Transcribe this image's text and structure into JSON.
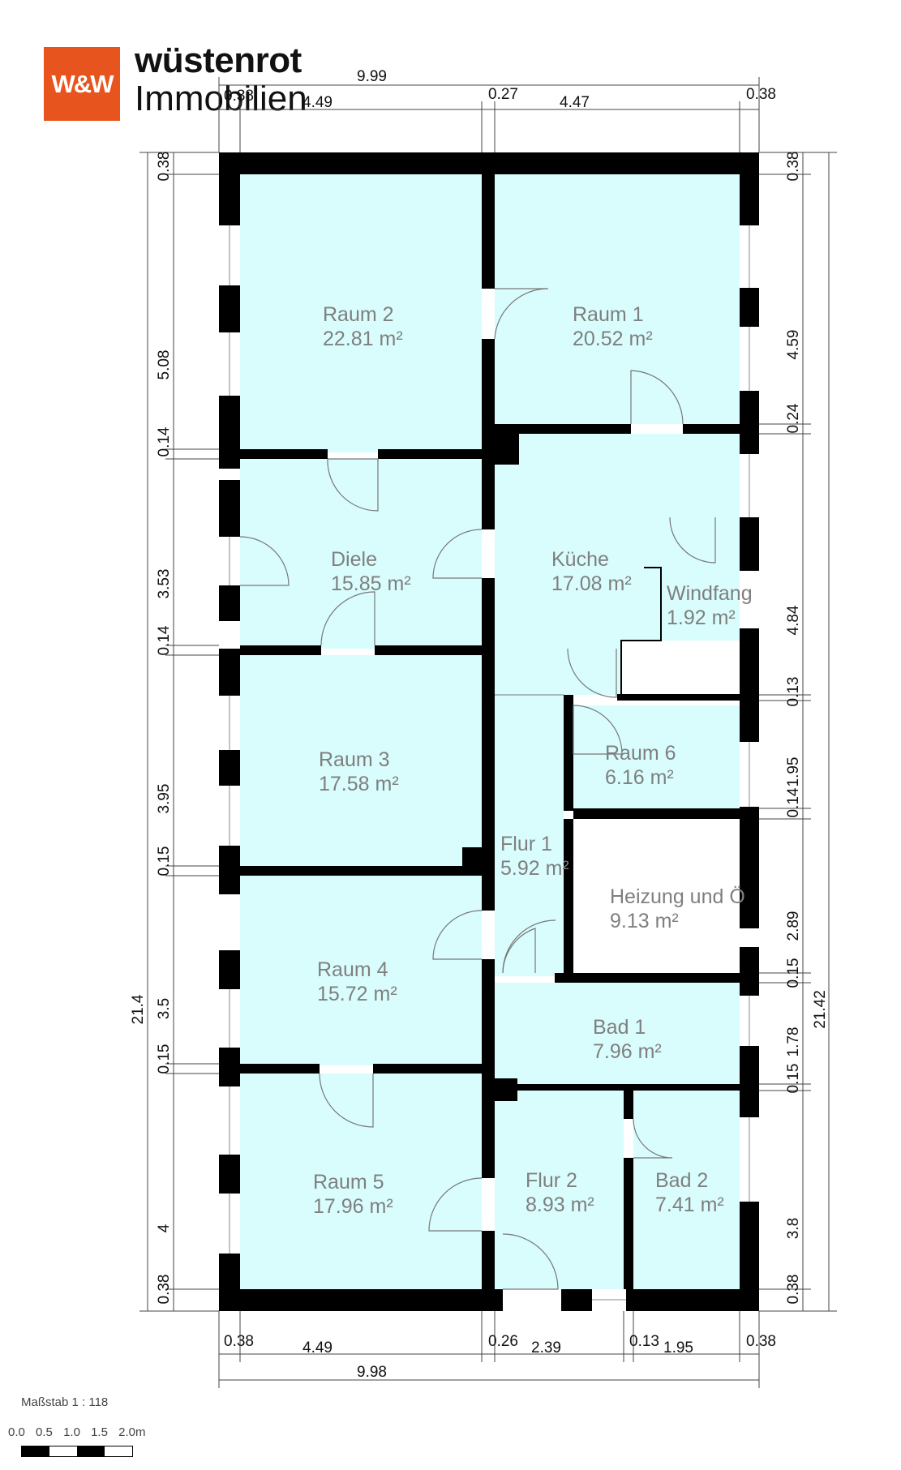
{
  "brand": {
    "logo_text": "W&W",
    "name_line1": "wüstenrot",
    "name_line2": "Immobilien",
    "logo_color": "#e8541d"
  },
  "colors": {
    "room_fill": "#d9fdfd",
    "wall": "#000000",
    "text": "#7f7f7f"
  },
  "rooms": [
    {
      "name": "Raum 2",
      "area": "22.81 m²"
    },
    {
      "name": "Raum 1",
      "area": "20.52 m²"
    },
    {
      "name": "Diele",
      "area": "15.85 m²"
    },
    {
      "name": "Küche",
      "area": "17.08 m²"
    },
    {
      "name": "Windfang",
      "area": "1.92 m²"
    },
    {
      "name": "Raum 3",
      "area": "17.58 m²"
    },
    {
      "name": "Raum 6",
      "area": "6.16 m²"
    },
    {
      "name": "Flur 1",
      "area": "5.92 m²"
    },
    {
      "name": "Heizung und Ö",
      "area": "9.13 m²"
    },
    {
      "name": "Raum 4",
      "area": "15.72 m²"
    },
    {
      "name": "Bad 1",
      "area": "7.96 m²"
    },
    {
      "name": "Raum 5",
      "area": "17.96 m²"
    },
    {
      "name": "Flur 2",
      "area": "8.93 m²"
    },
    {
      "name": "Bad 2",
      "area": "7.41 m²"
    }
  ],
  "dimensions": {
    "top_total": "9.99",
    "top": [
      "0.38",
      "4.49",
      "0.27",
      "4.47",
      "0.38"
    ],
    "bottom_total": "9.98",
    "bottom": [
      "0.38",
      "4.49",
      "0.26",
      "2.39",
      "0.13",
      "1.95",
      "0.38"
    ],
    "left_total": "21.4",
    "left": [
      "0.38",
      "5.08",
      "0.14",
      "3.53",
      "0.14",
      "3.95",
      "0.15",
      "3.5",
      "0.15",
      "4",
      "0.38"
    ],
    "right_total": "21.42",
    "right": [
      "0.38",
      "4.59",
      "0.24",
      "4.84",
      "0.13",
      "1.95",
      "0.14",
      "2.89",
      "0.15",
      "1.78",
      "0.15",
      "3.8",
      "0.38"
    ]
  },
  "scale": {
    "title": "Maßstab 1 : 118",
    "ticks": [
      "0.0",
      "0.5",
      "1.0",
      "1.5",
      "2.0m"
    ]
  }
}
